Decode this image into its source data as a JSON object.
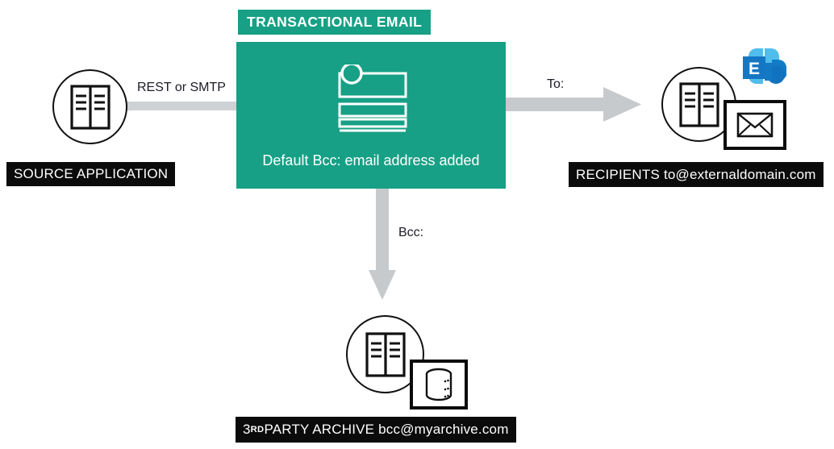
{
  "diagram": {
    "title_tag": "TRANSACTIONAL EMAIL",
    "accent_color": "#17a085",
    "label_bg_color": "#0b0b0b",
    "connector_color": "#cfd2d4",
    "arrow_color": "#c7cacc"
  },
  "nodes": {
    "source": {
      "label": "SOURCE APPLICATION",
      "icon": "book-icon"
    },
    "transactional": {
      "tag": "TRANSACTIONAL EMAIL",
      "caption": "Default Bcc: email address added",
      "icon": "form-list-icon"
    },
    "recipients": {
      "label_prefix": "RECIPIENTS",
      "email": "to@externaldomain.com",
      "label_full": "RECIPIENTS  to@externaldomain.com",
      "icon": "book-icon",
      "badge_icon": "envelope-icon",
      "brand_icon": "microsoft-exchange-icon"
    },
    "archive": {
      "label_ordinal": "3",
      "label_ordinal_suffix": "RD",
      "label_rest": " PARTY ARCHIVE bcc@myarchive.com",
      "label_full": "3RD PARTY ARCHIVE bcc@myarchive.com",
      "icon": "book-icon",
      "badge_icon": "database-icon"
    }
  },
  "connectors": {
    "source_to_transactional": "REST or SMTP",
    "transactional_to_recipients": "To:",
    "transactional_to_archive": "Bcc:"
  }
}
